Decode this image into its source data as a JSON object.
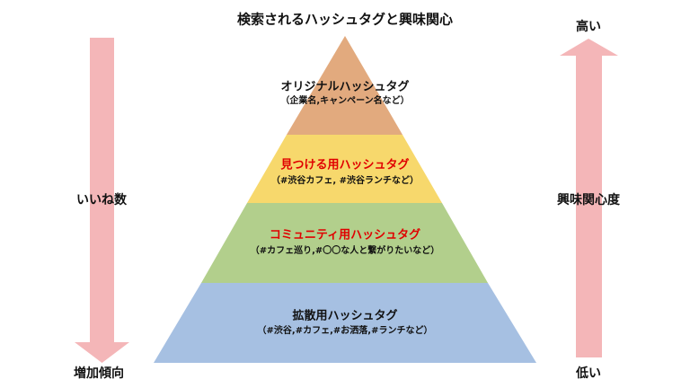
{
  "title": "検索されるハッシュタグと興味関心",
  "left_axis": {
    "label": "いいね数",
    "end_label": "増加傾向",
    "color": "#f4b6b8"
  },
  "right_axis": {
    "top_label": "高い",
    "label": "興味関心度",
    "bottom_label": "低い",
    "color": "#f4b6b8"
  },
  "tiers": [
    {
      "title": "オリジナルハッシュタグ",
      "subtitle": "（企業名,キャンペーン名など）",
      "fill": "#e2aa7e",
      "title_color": "#111111"
    },
    {
      "title": "見つける用ハッシュタグ",
      "subtitle": "（#渋谷カフェ, #渋谷ランチなど）",
      "fill": "#f7d86c",
      "title_color": "#e00000"
    },
    {
      "title": "コミュニティ用ハッシュタグ",
      "subtitle": "（#カフェ巡り,#〇〇な人と繋がりたいなど）",
      "fill": "#b2cf8c",
      "title_color": "#e00000"
    },
    {
      "title": "拡散用ハッシュタグ",
      "subtitle": "（#渋谷,#カフェ,#お洒落,#ランチなど）",
      "fill": "#a6c0e2",
      "title_color": "#111111"
    }
  ]
}
